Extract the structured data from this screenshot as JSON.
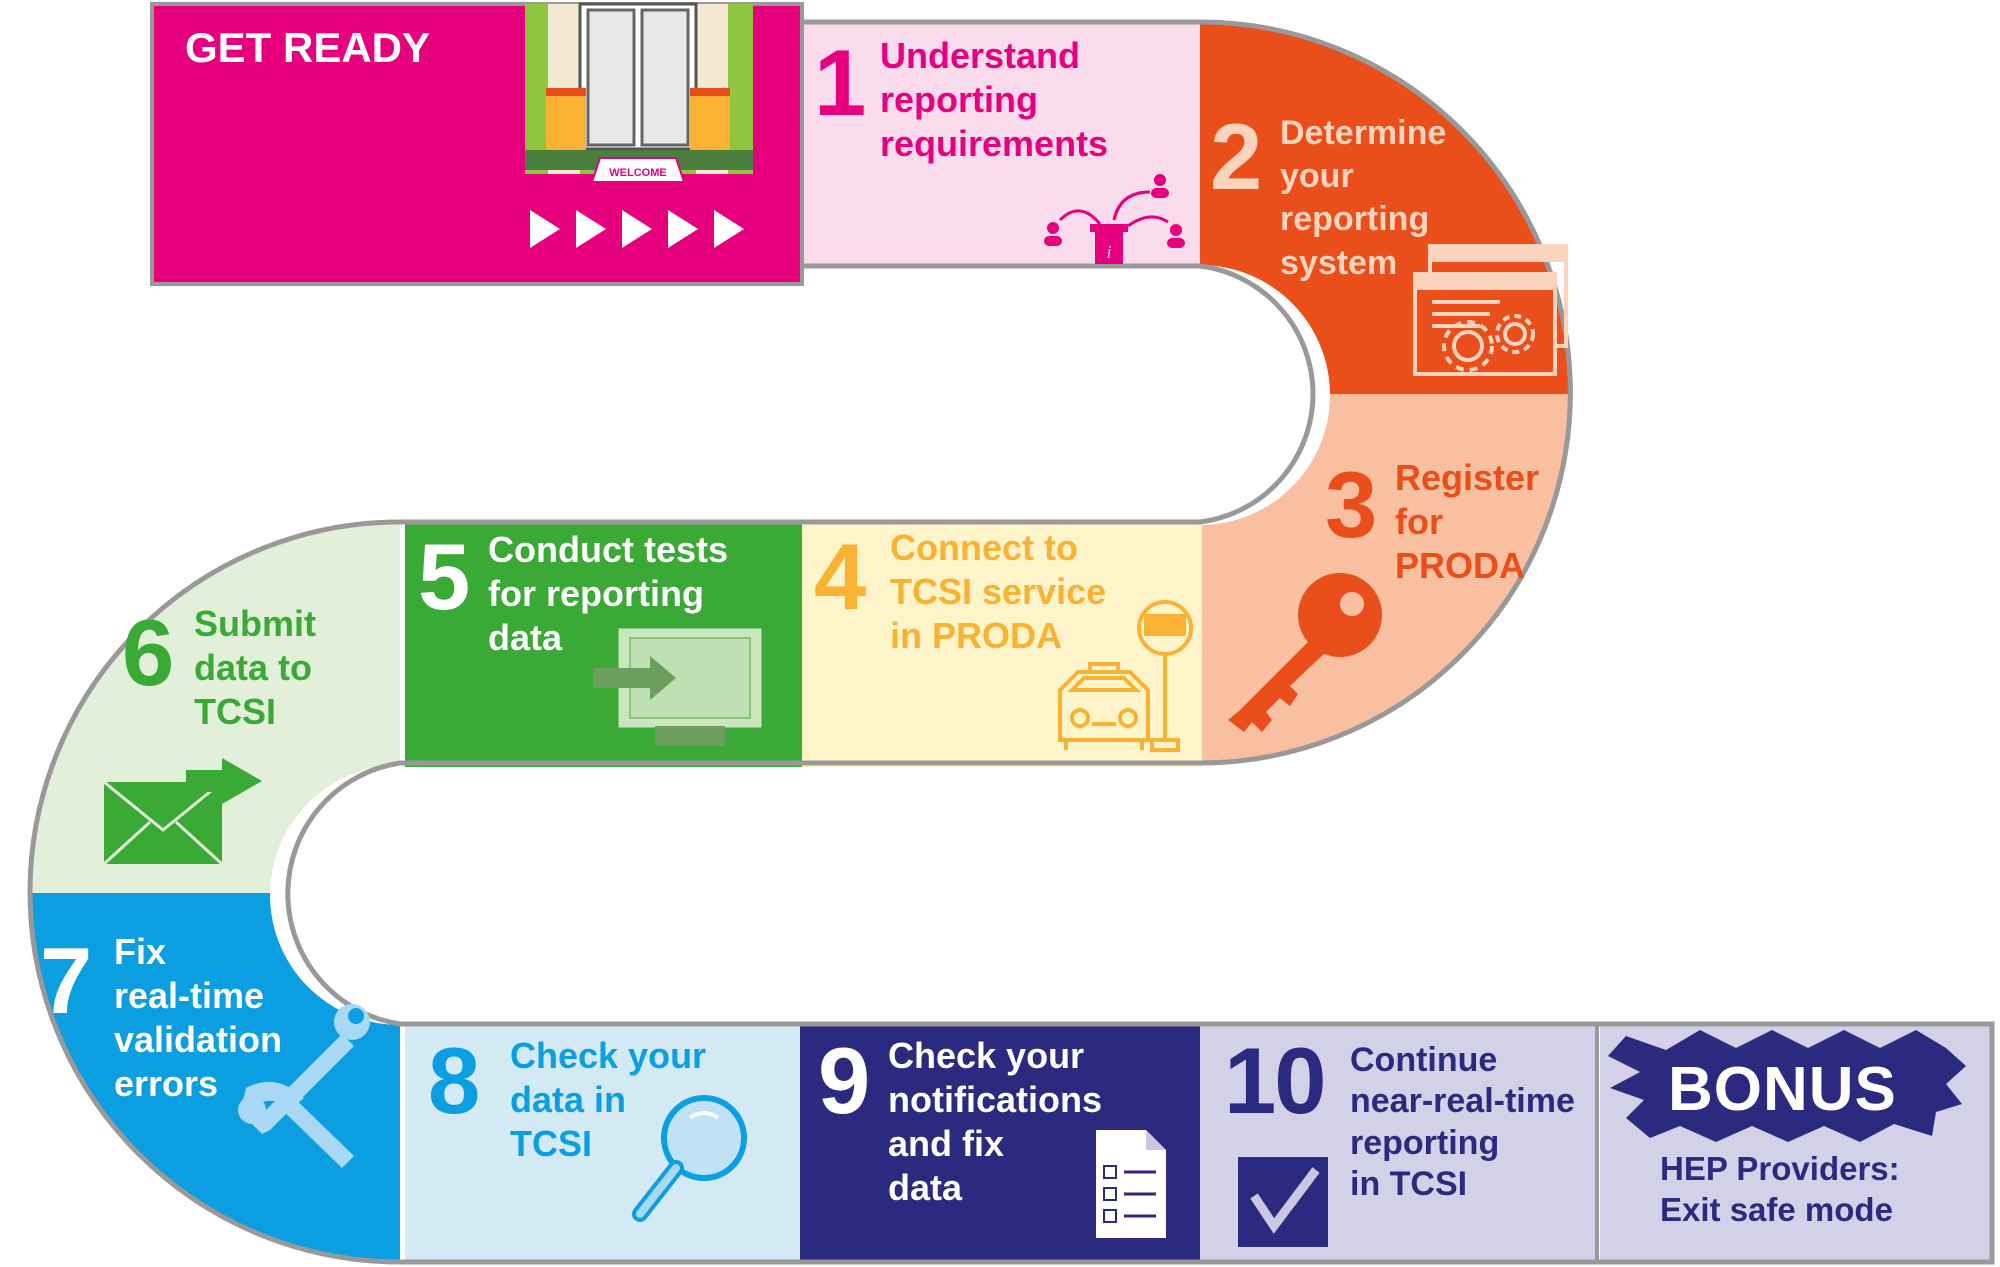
{
  "get_ready": {
    "title": "GET READY",
    "mat_text": "WELCOME"
  },
  "steps": [
    {
      "number": "1",
      "text": "Understand\nreporting\nrequirements"
    },
    {
      "number": "2",
      "text": "Determine\nyour\nreporting\nsystem"
    },
    {
      "number": "3",
      "text": "Register\nfor\nPRODA"
    },
    {
      "number": "4",
      "text": "Connect to\nTCSI service\nin PRODA"
    },
    {
      "number": "5",
      "text": "Conduct tests\nfor reporting\ndata"
    },
    {
      "number": "6",
      "text": "Submit\ndata to\nTCSI"
    },
    {
      "number": "7",
      "text": "Fix\nreal-time\nvalidation\nerrors"
    },
    {
      "number": "8",
      "text": "Check your\ndata in\nTCSI"
    },
    {
      "number": "9",
      "text": "Check your\nnotifications\nand fix\ndata"
    },
    {
      "number": "10",
      "text": "Continue\nnear-real-time\nreporting\nin TCSI"
    }
  ],
  "bonus": {
    "badge": "BONUS",
    "text": "HEP Providers:\nExit safe mode"
  },
  "colors": {
    "get_ready": "#e6007e",
    "step1": "#fadbeb",
    "step2": "#e94e1b",
    "step3": "#f8bfa0",
    "step4": "#fdf5c9",
    "step5": "#3aa935",
    "step6": "#e3f0d9",
    "step7": "#0b9ee0",
    "step8": "#d3e9f4",
    "step9": "#2b2a7e",
    "step10": "#d3d1e8",
    "bonus": "#d3d1e8",
    "outline": "#999999"
  }
}
